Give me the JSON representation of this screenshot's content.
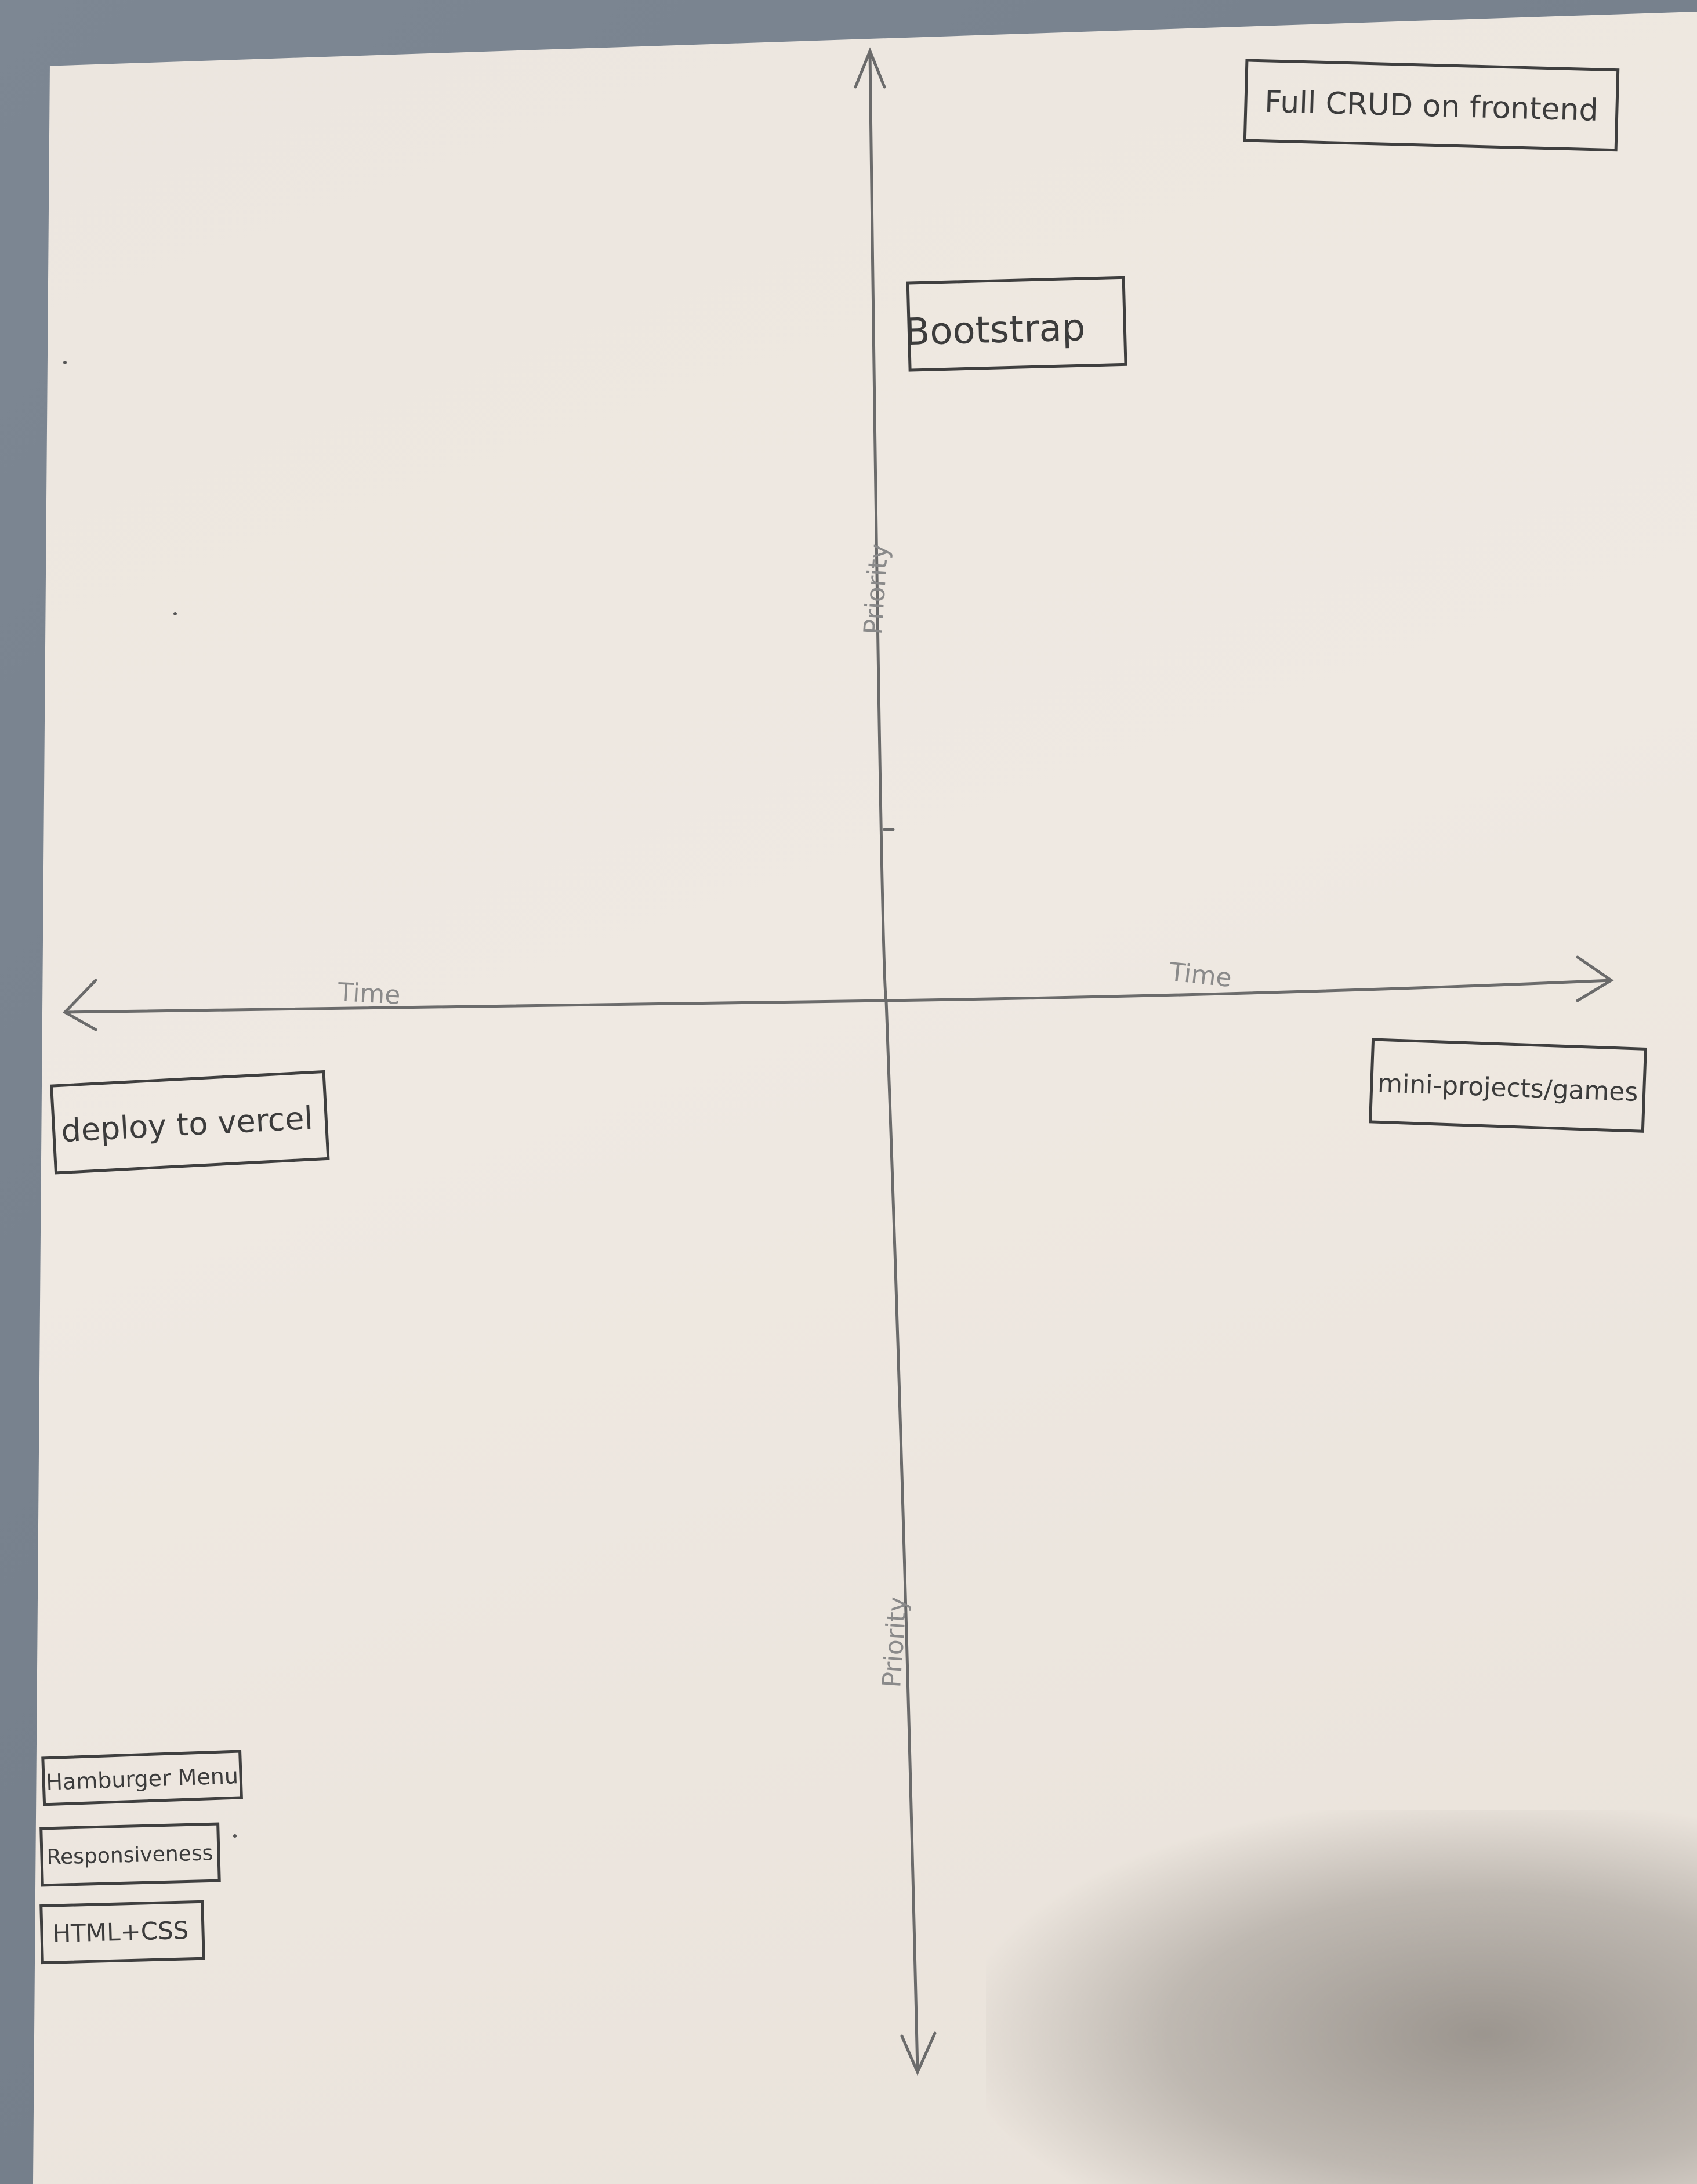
{
  "axes": {
    "horizontal_label_left": "Time",
    "horizontal_label_right": "Time",
    "vertical_label_top": "Priority",
    "vertical_label_bottom": "Priority"
  },
  "items": {
    "full_crud": "Full CRUD on frontend",
    "bootstrap": "Bootstrap",
    "deploy": "deploy to vercel",
    "mini_projects": "mini-projects/games",
    "hamburger": "Hamburger Menu",
    "responsiveness": "Responsiveness",
    "html_css": "HTML+CSS"
  }
}
